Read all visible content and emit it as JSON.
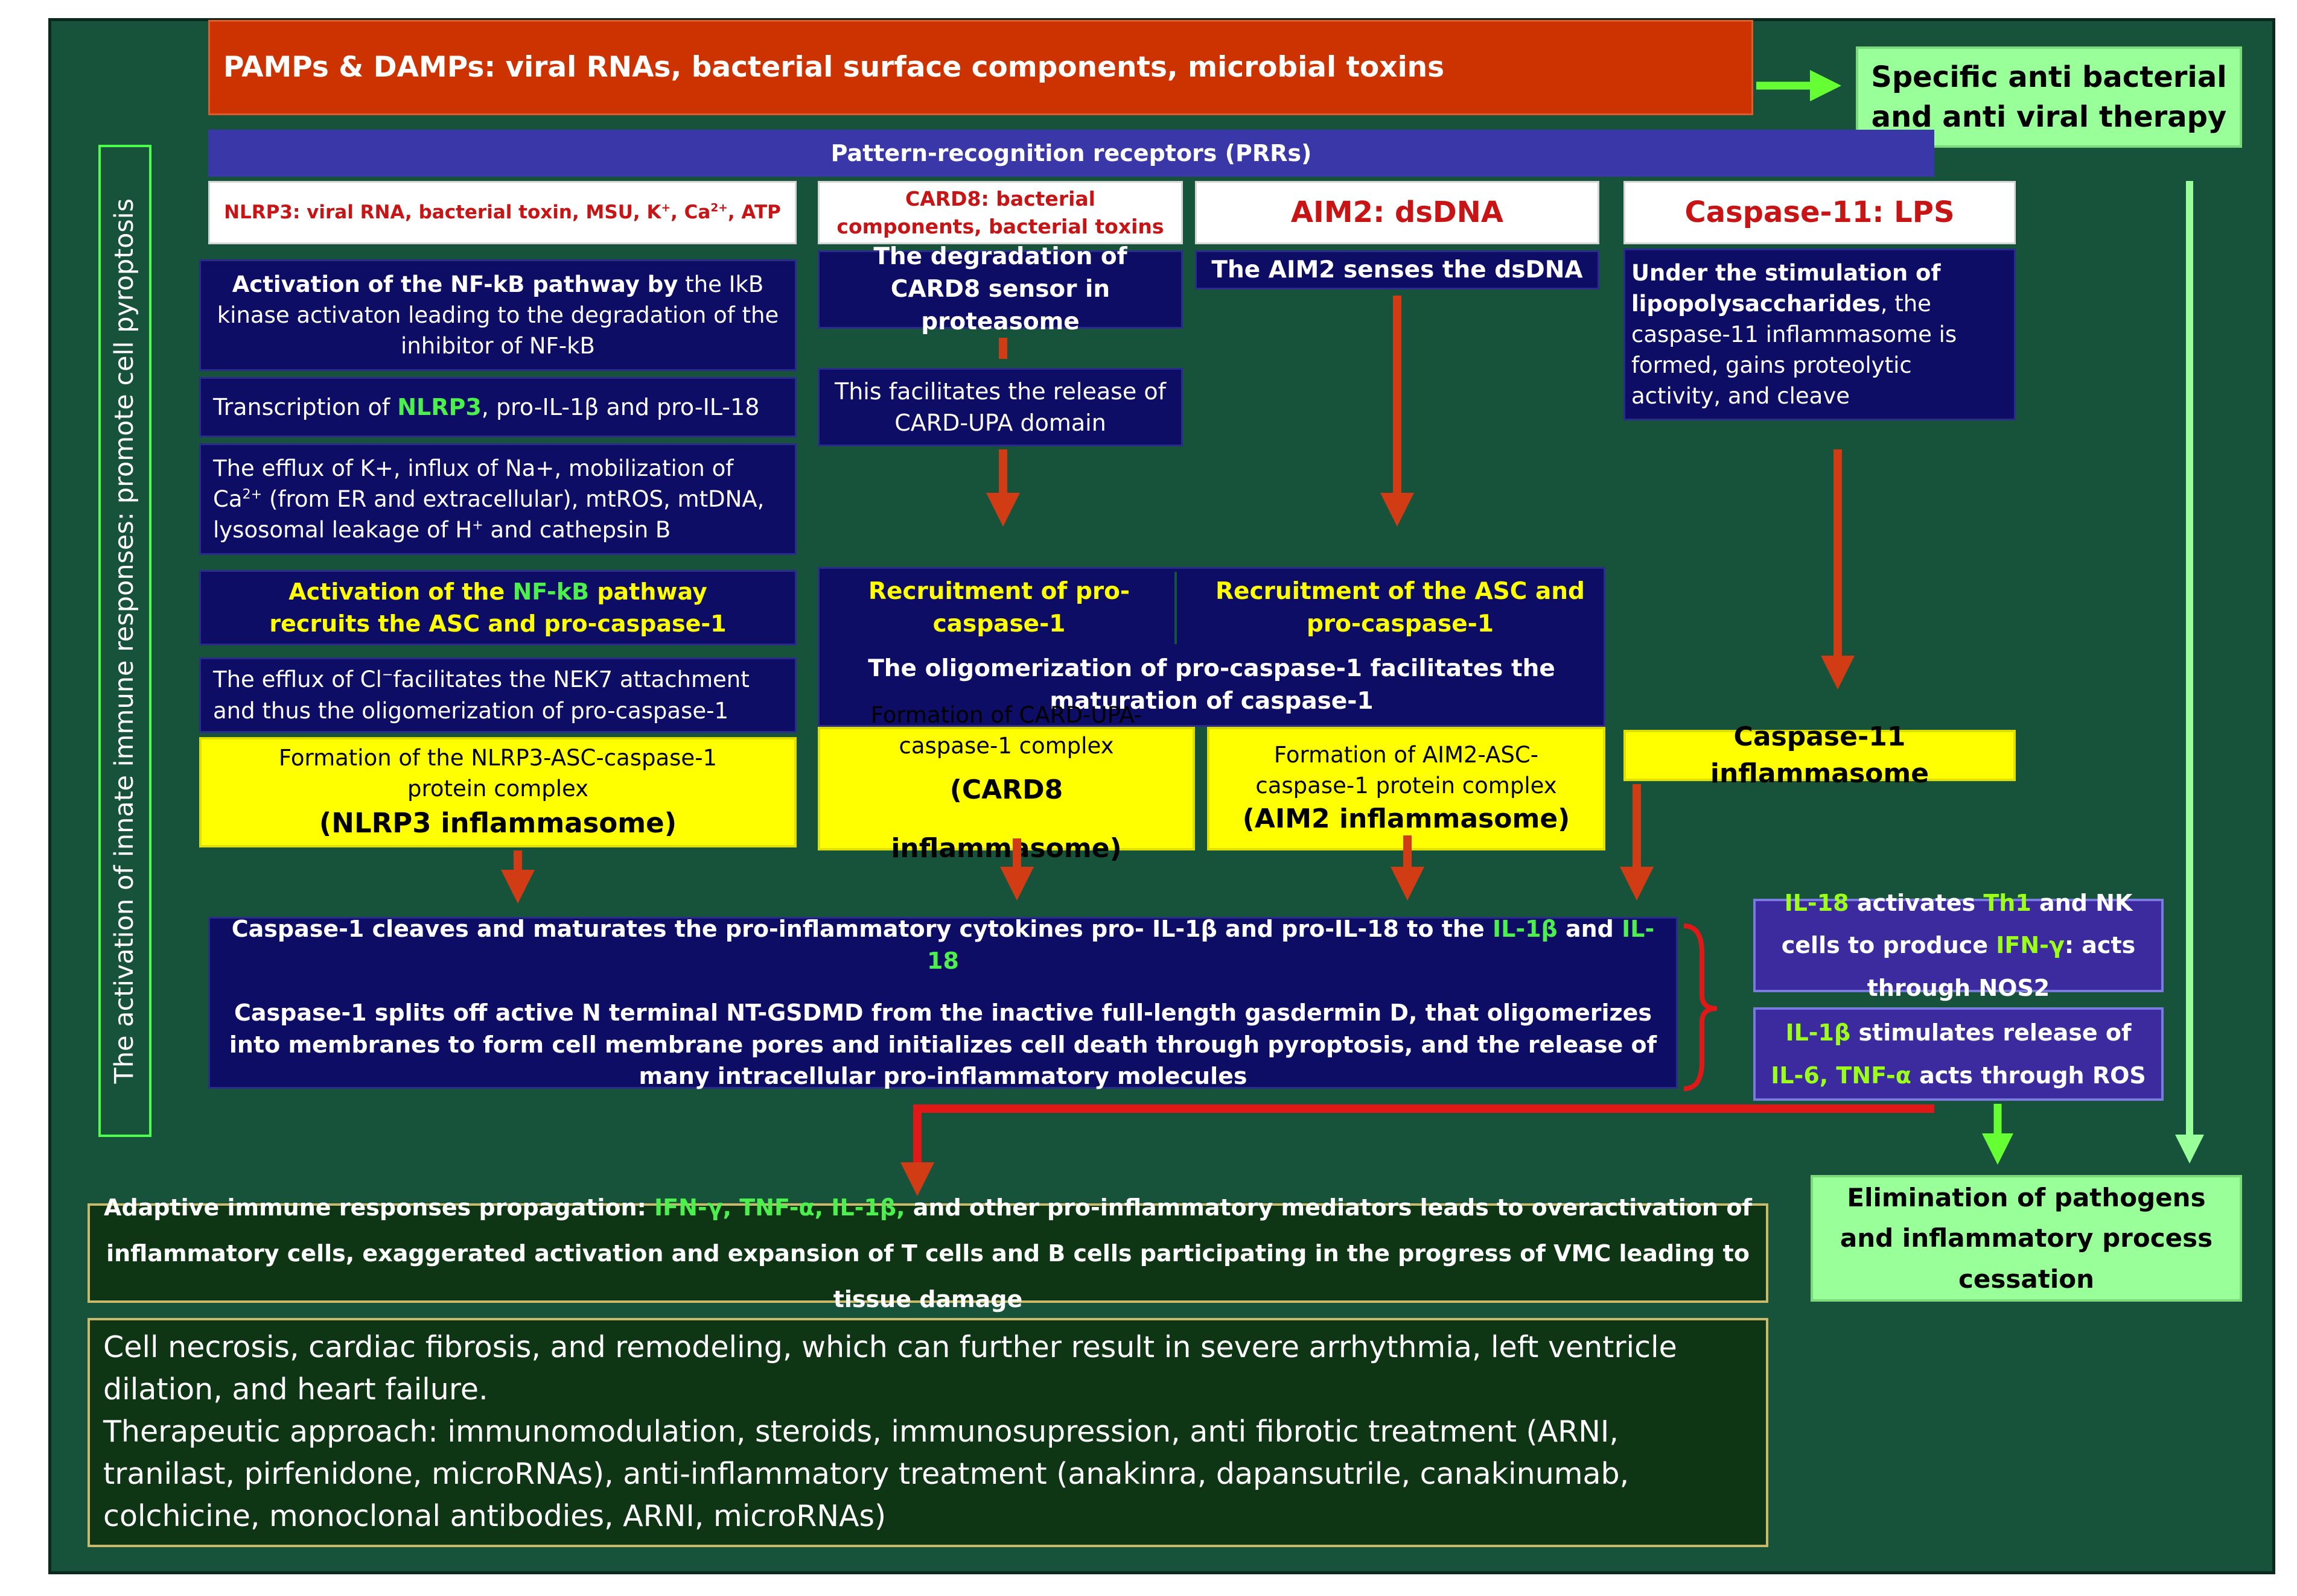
{
  "header": {
    "pamps": "PAMPs & DAMPs: viral RNAs, bacterial surface components, microbial toxins",
    "therapy": "Specific anti bacterial and anti viral therapy",
    "prrs": "Pattern-recognition receptors (PRRs)"
  },
  "side_label": "The activation of innate immune responses: promote cell pyroptosis",
  "nlrp3": {
    "title_name": "NLRP3:",
    "title_rest": "viral RNA, bacterial toxin, MSU, K",
    "title_k_sup": "+",
    "title_ca": ", Ca",
    "title_ca_sup": "2+",
    "title_end": ", ATP",
    "nfkb_bold": "Activation of the NF-kB pathway by",
    "nfkb_rest": "the IkB kinase activaton leading to the degradation of the inhibitor of NF-kB",
    "transcription_pre": "Transcription of",
    "transcription_green": "NLRP3",
    "transcription_post": ", pro-IL-1β and pro-IL-18",
    "efflux_a": "The efflux of K+, influx of Na+, mobilization of Ca",
    "efflux_sup": "2+",
    "efflux_b": "(from ER and extracellular), mtROS, mtDNA, lysosomal leakage of H",
    "efflux_sup2": "+",
    "efflux_c": "and cathepsin B",
    "recruit_a": "Activation of the",
    "recruit_green": "NF-kB",
    "recruit_b": "pathway",
    "recruit_line2": "recruits the ASC and pro-caspase-1",
    "cl_a": "The efflux of Cl",
    "cl_sup": "−",
    "cl_b": "facilitates the NEK7 attachment and thus the oligomerization of pro-caspase-1",
    "formation": "Formation of the NLRP3-ASC-caspase-1 protein complex",
    "inflammasome": "(NLRP3 inflammasome)"
  },
  "card8": {
    "title": "CARD8: bacterial components, bacterial toxins",
    "degradation": "The degradation of CARD8 sensor in proteasome",
    "release": "This facilitates the release of CARD-UPA domain",
    "recruitment": "Recruitment of pro-caspase-1",
    "formation": "Formation of CARD-UPA-caspase-1 complex",
    "inflammasome": "(CARD8 inflammasome)"
  },
  "oligomerization": "The oligomerization of pro-caspase-1 facilitates the maturation  of caspase-1",
  "aim2": {
    "title": "AIM2: dsDNA",
    "senses": "The AIM2 senses the dsDNA",
    "recruitment": "Recruitment of the ASC and pro-caspase-1",
    "formation": "Formation of AIM2-ASC-caspase-1 protein complex",
    "inflammasome": "(AIM2 inflammasome)"
  },
  "caspase11": {
    "title": "Caspase-11: LPS",
    "stimulation_bold": "Under the stimulation of lipopolysaccharides",
    "stimulation_rest": ", the caspase-11 inflammasome is formed, gains proteolytic activity, and cleave",
    "inflammasome": "Caspase-11 inflammasome"
  },
  "caspase1": {
    "line1_a": "Caspase-1 cleaves and maturates the pro-inflammatory cytokines pro- IL-1β and pro-IL-18 to the",
    "line1_g1": "IL-1β",
    "line1_and": "and",
    "line1_g2": "IL-18",
    "line2": "Caspase-1 splits off active N terminal NT-GSDMD from the inactive full-length gasdermin D, that oligomerizes into membranes to form cell membrane pores and initializes cell death through pyroptosis, and the release of many intracellular pro-inflammatory molecules"
  },
  "il18": {
    "g1": "IL-18",
    "a": "activates",
    "g2": "Th1",
    "b": "and NK cells to produce",
    "g3": "IFN-γ",
    "c": ": acts through NOS2"
  },
  "il1b": {
    "g1": "IL-1β",
    "a": "stimulates release of",
    "g2": "IL-6, TNF-α",
    "b": "acts through ROS"
  },
  "elimination": "Elimination of pathogens and inflammatory process cessation",
  "adaptive": {
    "a": "Adaptive immune responses propagation:",
    "g": "IFN-γ, TNF-α, IL-1β,",
    "b": "and other pro-inflammatory mediators leads to overactivation of inflammatory cells, exaggerated activation and expansion of T cells and B cells participating in the progress of VMC leading to tissue damage"
  },
  "outcome": {
    "line1": "Cell necrosis, cardiac fibrosis, and remodeling, which can further result in severe arrhythmia, left ventricle dilation, and heart failure.",
    "line2": "Therapeutic approach:  immunomodulation, steroids, immunosupression, anti fibrotic treatment (ARNI, tranilast, pirfenidone, microRNAs), anti-inflammatory treatment (anakinra, dapansutrile, canakinumab, colchicine, monoclonal antibodies, ARNI, microRNAs)"
  },
  "colors": {
    "background": "#16533a",
    "navy": "#0d0d66",
    "pamps": "#cc3300",
    "prr_bar": "#3a38a8",
    "yellow": "#ffff00",
    "light_green": "#99ff99",
    "arrow_red": "#d23c14",
    "arrow_green": "#66ff33"
  }
}
